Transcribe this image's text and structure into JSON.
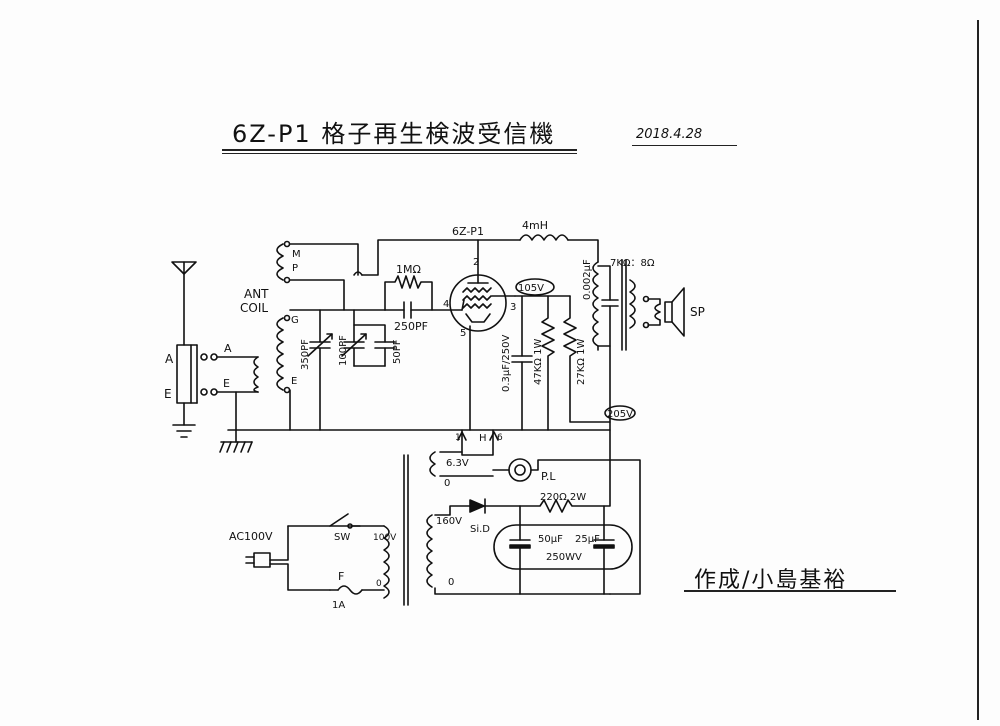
{
  "header": {
    "title": "6Z-P1 格子再生検波受信機",
    "date": "2018.4.28"
  },
  "author": "作成/小島基裕",
  "labels": {
    "tube": "6Z-P1",
    "choke": "4mH",
    "ant_coil": "ANT",
    "coil": "COIL",
    "m": "M",
    "p": "P",
    "g": "G",
    "e_coil": "E",
    "a_term": "A",
    "e_term": "E",
    "a_wire": "A",
    "e_wire": "E",
    "grid_res": "1MΩ",
    "grid_cap": "250PF",
    "vc1": "350PF",
    "vc2": "100PF",
    "c_trim": "50PF",
    "pin2": "2",
    "pin3": "3",
    "pin4": "4",
    "pin5": "5",
    "plate_v": "105V",
    "byp_cap": "0.3μF/250V",
    "r1": "47KΩ 1W",
    "r2": "27KΩ 1W",
    "out_cap": "0.002μF",
    "out_trans": "7KΩ：8Ω",
    "sp": "SP",
    "b_v": "205V",
    "h_pin1": "1",
    "h_pin6": "6",
    "h": "H",
    "heater_v": "6.3V",
    "heater_0": "0",
    "pilot": "P.L",
    "rect": "Si.D",
    "sec_v": "160V",
    "sec_0": "0",
    "filt_r": "220Ω 2W",
    "filt_c1": "50μF",
    "filt_c2": "25μF",
    "filt_wv": "250WV",
    "ac": "AC100V",
    "sw": "SW",
    "fuse": "F",
    "fuse_rating": "1A",
    "pri_v": "100V",
    "pri_0": "0"
  }
}
